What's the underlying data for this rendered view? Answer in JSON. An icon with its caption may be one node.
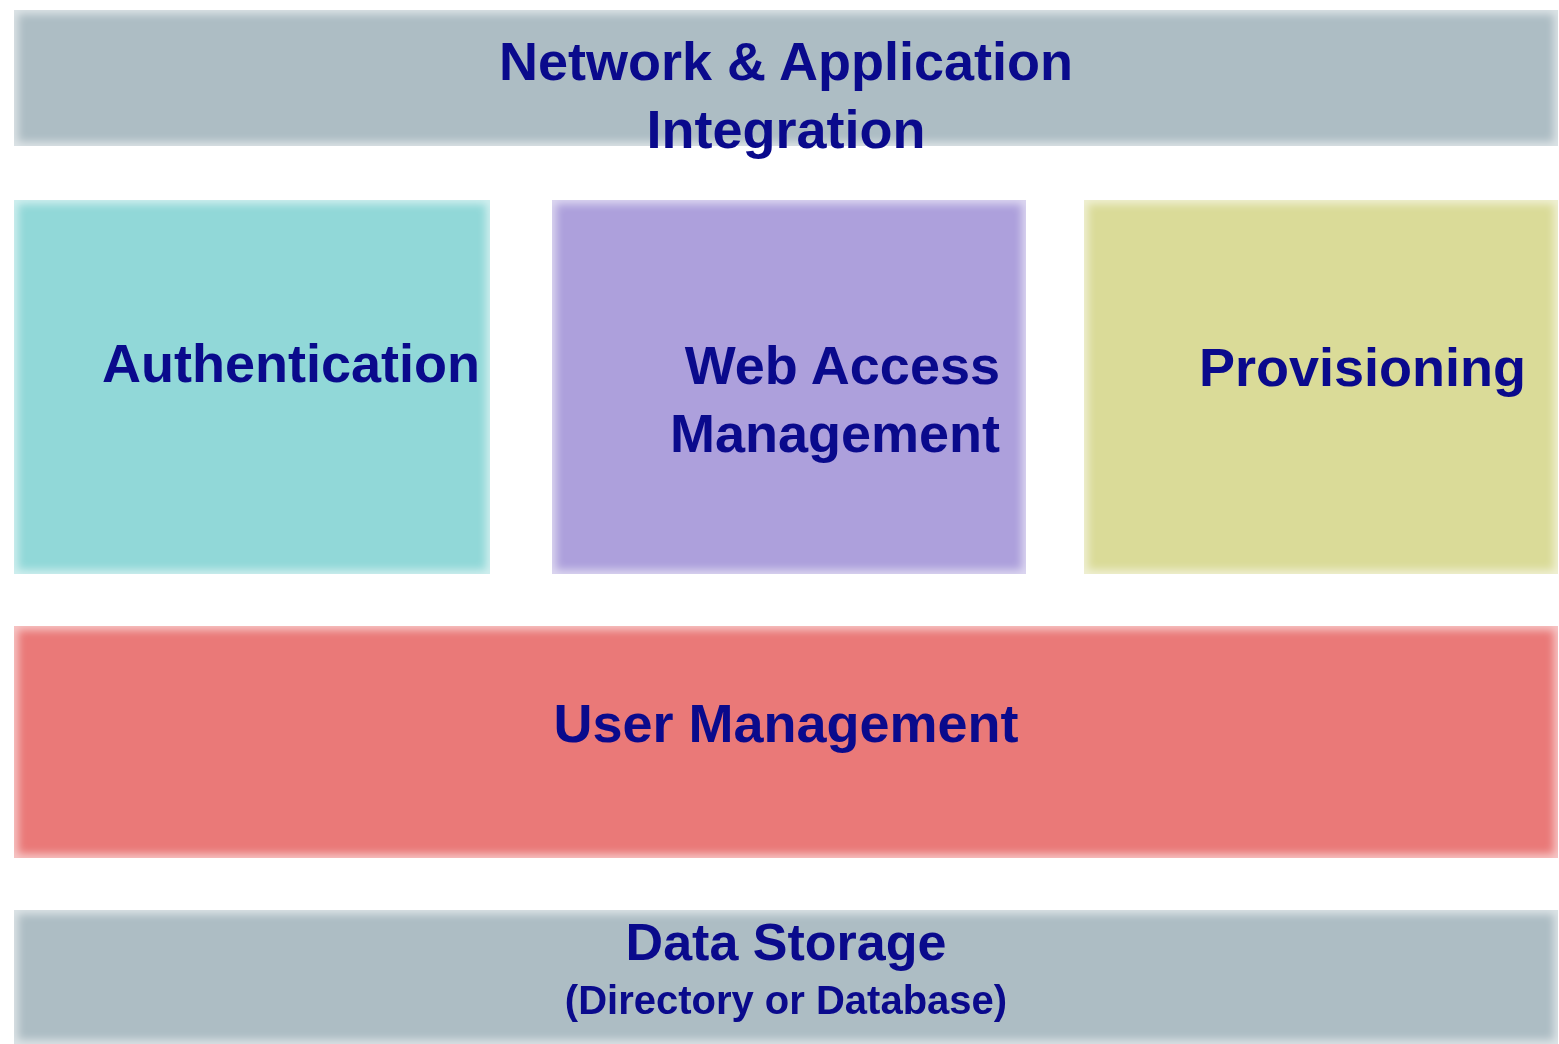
{
  "diagram": {
    "nodes": [
      {
        "text": [
          "Network & Application Integration"
        ]
      },
      {
        "text": [
          "Authentication"
        ]
      },
      {
        "text": [
          "Web Access Management"
        ]
      },
      {
        "text": [
          "Provisioning"
        ]
      },
      {
        "text": [
          "User Management"
        ]
      },
      {
        "text": [
          "Data Storage",
          "(Directory or Database)"
        ]
      }
    ]
  }
}
